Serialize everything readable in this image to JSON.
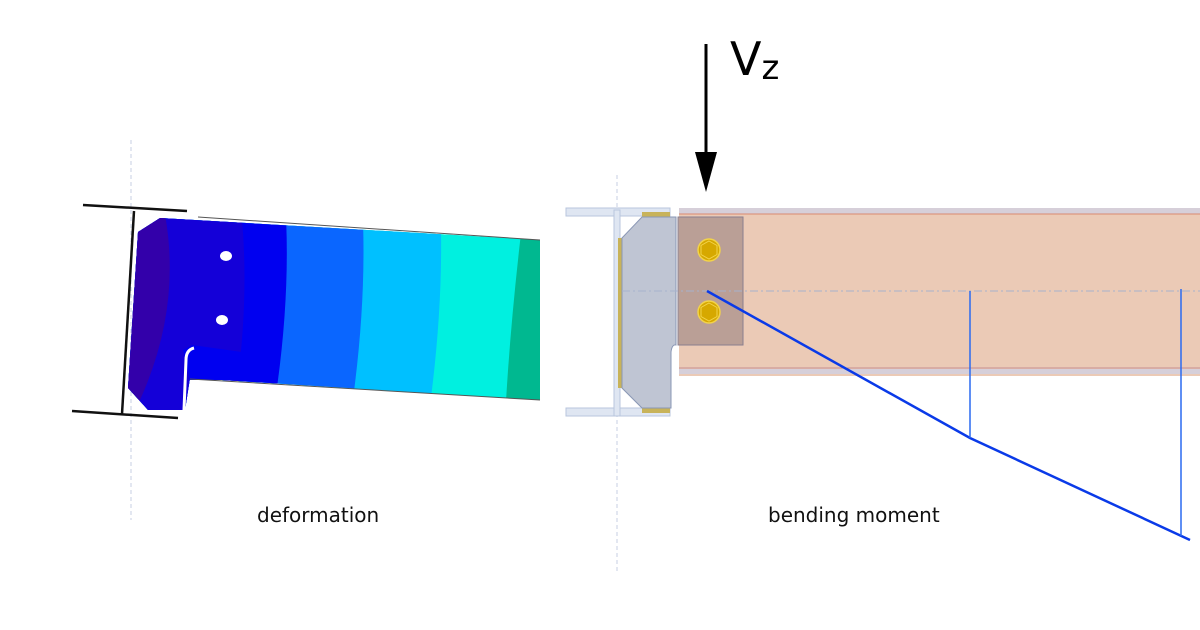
{
  "figure": {
    "left_panel": {
      "caption": "deformation",
      "contour_colors": [
        "#3300aa",
        "#1400d8",
        "#0000f0",
        "#0a66ff",
        "#00c0ff",
        "#00f0e0",
        "#00b890"
      ]
    },
    "right_panel": {
      "caption": "bending moment",
      "force": {
        "symbol": "V",
        "subscript": "z",
        "direction": "down"
      },
      "colors": {
        "beam": "#ebcab6",
        "plate": "#bfc5d3",
        "fin_plate": "#b59a92",
        "bolt": "#d6a800",
        "moment_line": "#0a3ae8"
      }
    }
  }
}
